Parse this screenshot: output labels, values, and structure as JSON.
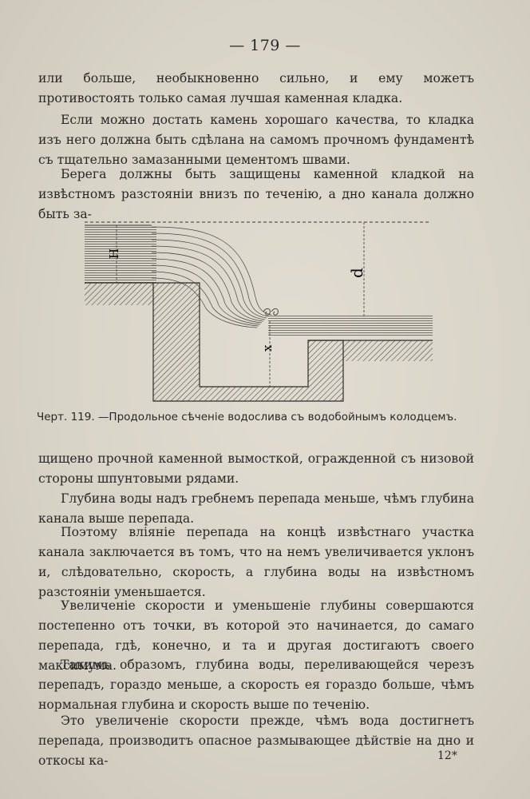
{
  "page_number": "— 179 —",
  "paragraphs_top": [
    "или больше, необыкновенно сильно, и ему можетъ противостоять только самая лучшая каменная кладка.",
    "Если можно достать камень хорошаго качества, то кладка изъ него должна быть сдѣлана на самомъ прочномъ фундаментѣ съ тщательно замазанными цементомъ швами.",
    "Берега должны быть защищены каменной кладкой на извѣстномъ разстояніи внизъ по теченію, а дно канала должно быть за-"
  ],
  "figure": {
    "label_H": "H",
    "label_d": "d",
    "label_x": "x",
    "caption": "Черт. 119. —Продольное сѣченіе водослива съ водобойнымъ колодцемъ."
  },
  "paragraphs_bottom": [
    "щищено прочной каменной вымосткой, огражденной съ низовой стороны шпунтовыми рядами.",
    "Глубина воды надъ гребнемъ перепада меньше, чѣмъ глубина канала выше перепада.",
    "Поэтому вліяніе перепада на концѣ извѣстнаго участка канала заключается въ томъ, что на немъ увеличивается уклонъ и, слѣдовательно, скорость, а глубина воды на извѣстномъ разстояніи уменьшается.",
    "Увеличеніе скорости и уменьшеніе глубины совершаются постепенно отъ точки, въ которой это начинается, до самаго перепада, гдѣ, конечно, и та и другая достигаютъ своего максимума.",
    "Такимъ образомъ, глубина воды, переливающейся черезъ перепадъ, гораздо меньше, а скорость ея гораздо больше, чѣмъ нормальная глубина и скорость выше по теченію.",
    "Это увеличеніе скорости прежде, чѣмъ вода достигнетъ перепада, производитъ опасное размывающее дѣйствіе на дно и откосы ка-"
  ],
  "signature_mark": "12*"
}
